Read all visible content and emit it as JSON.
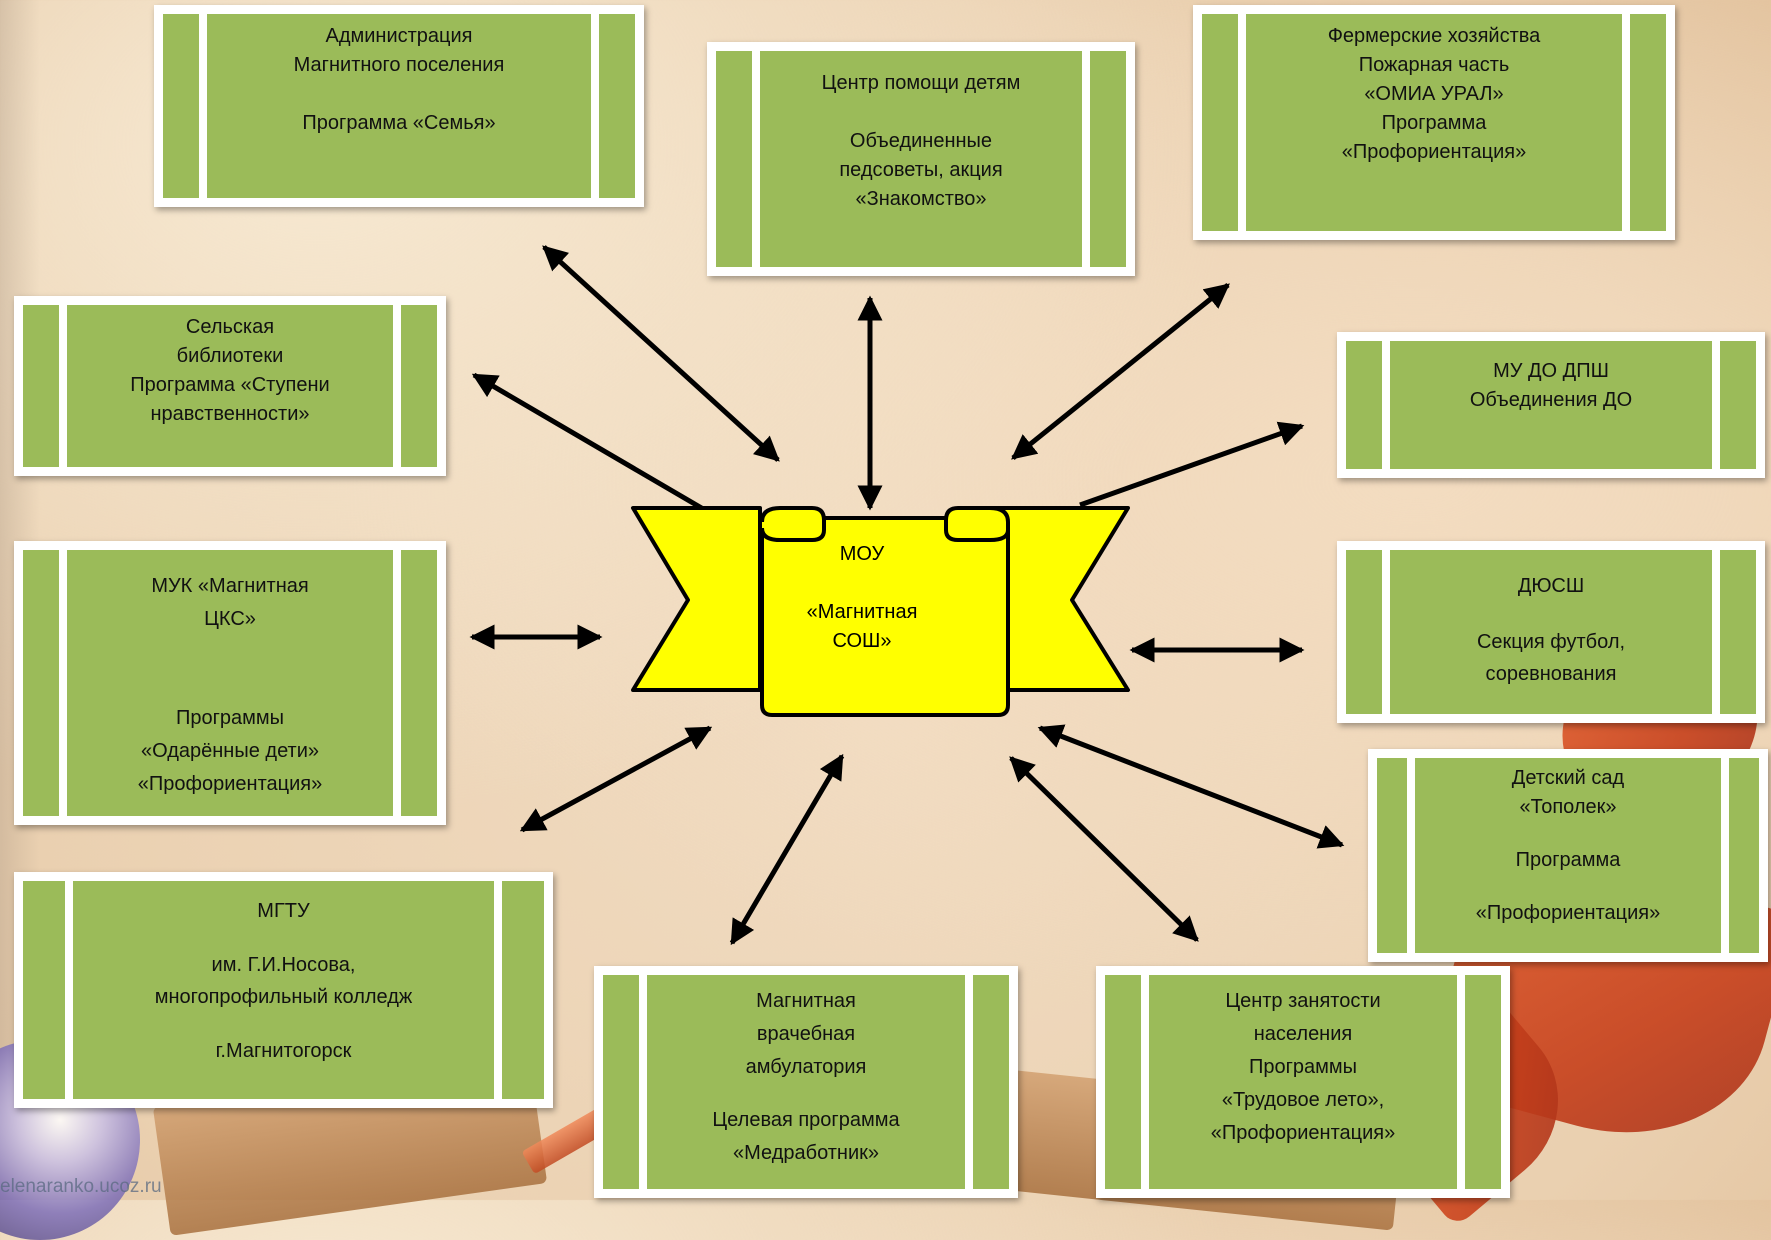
{
  "center": {
    "lines": [
      "МОУ",
      "",
      "«Магнитная",
      "СОШ»"
    ],
    "fill": "#ffff00"
  },
  "colors": {
    "box_fill": "#9bbb59",
    "arrow": "#000000"
  },
  "boxes": [
    {
      "id": "administration",
      "lines": [
        "Администрация",
        "Магнитного поселения",
        "",
        "Программа «Семья»"
      ]
    },
    {
      "id": "child-help-center",
      "lines": [
        "Центр помощи детям",
        "",
        "Объединенные",
        "педсоветы, акция",
        "«Знакомство»"
      ]
    },
    {
      "id": "farms",
      "lines": [
        "Фермерские хозяйства",
        "Пожарная часть",
        "«ОМИА УРАЛ»",
        "Программа",
        "«Профориентация»"
      ]
    },
    {
      "id": "library",
      "lines": [
        "Сельская",
        "библиотеки",
        "Программа «Ступени",
        "нравственности»"
      ]
    },
    {
      "id": "mu-do-dpsh",
      "lines": [
        "МУ ДО ДПШ",
        "Объединения ДО"
      ]
    },
    {
      "id": "muk",
      "lines": [
        "МУК «Магнитная",
        "ЦКС»",
        "",
        "",
        "Программы",
        "«Одарённые дети»",
        "«Профориентация»"
      ]
    },
    {
      "id": "dyussh",
      "lines": [
        "ДЮСШ",
        "",
        "Секция футбол,",
        "соревнования"
      ]
    },
    {
      "id": "kindergarten",
      "lines": [
        "Детский сад",
        "«Тополек»",
        "",
        "Программа",
        "",
        "«Профориентация»"
      ]
    },
    {
      "id": "mgtu",
      "lines": [
        "МГТУ",
        "",
        "им. Г.И.Носова,",
        "многопрофильный колледж",
        "",
        "г.Магнитогорск"
      ]
    },
    {
      "id": "clinic",
      "lines": [
        "Магнитная",
        "врачебная",
        "амбулатория",
        "",
        "Целевая программа",
        "«Медработник»"
      ]
    },
    {
      "id": "employment-center",
      "lines": [
        "Центр занятости",
        "населения",
        "Программы",
        "«Трудовое лето»,",
        "«Профориентация»"
      ]
    }
  ],
  "watermark": "elenaranko.ucoz.ru"
}
